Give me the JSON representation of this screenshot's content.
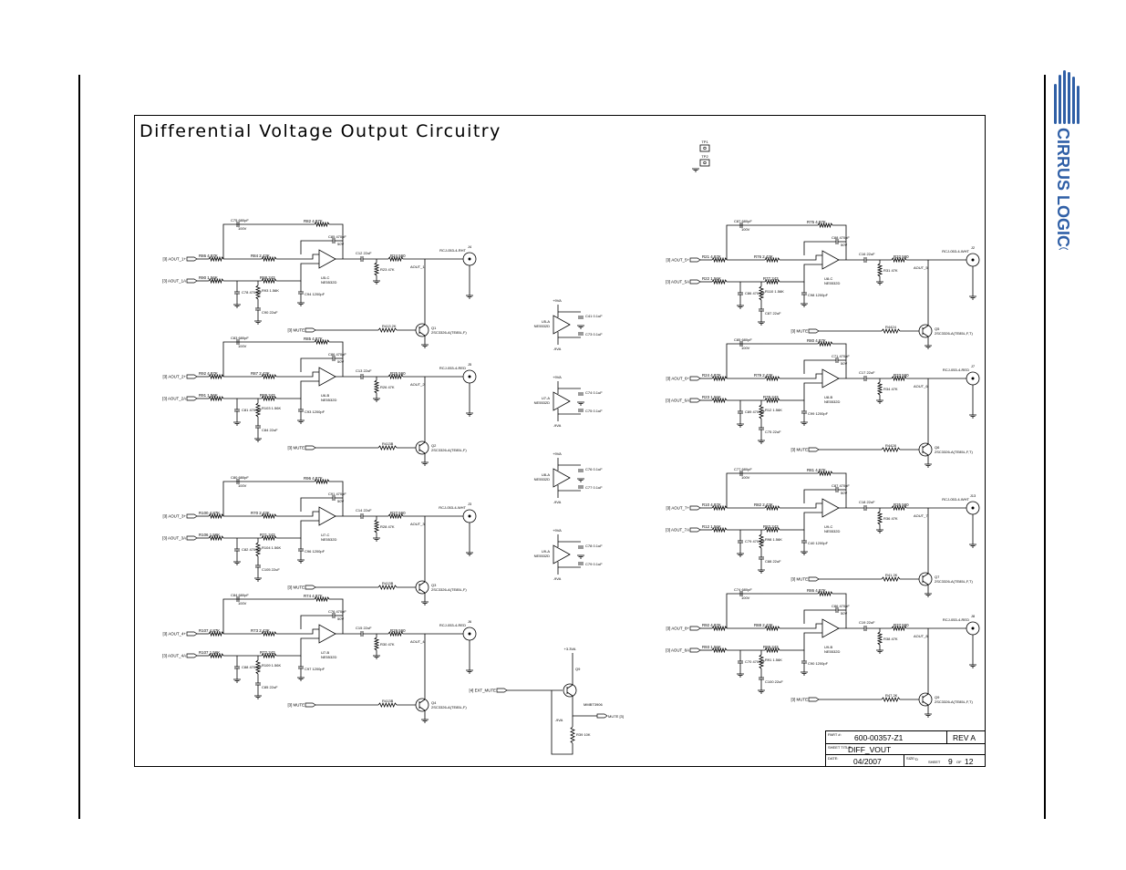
{
  "title": "Differential Voltage Output Circuitry",
  "brand": {
    "name": "CIRRUS LOGIC",
    "mark": "®",
    "color": "#2f5fa6"
  },
  "test_points": [
    "TP1",
    "TP2"
  ],
  "channels": [
    {
      "in_pos": "[3] AOUT_1+",
      "in_neg": "[3] AOUT_1A",
      "feedback_cap": "C75 680pF",
      "feedback_cap_v": "100V",
      "feedback_res": "R82 4.87K",
      "r_in_pos": "R86 4.87K",
      "r_in_neg": "R90 1.56K",
      "r_mid_pos": "R84 2.43K",
      "r_mid_neg": "R88 243",
      "c_filter_pos": "C85 470pF",
      "c_filter_pos_v": "50V",
      "c_shunt": "C78 4700pF",
      "r_shunt": "R93 1.56K",
      "c_elec": "C90 22uF",
      "c_out_filter": "C94 1200pF",
      "opamp": "U5-C",
      "opamp_part": "NE5532D",
      "c_couple": "C12 22uF",
      "r_series": "R24 560",
      "r_load": "R23 47K",
      "jack": "J4",
      "jack_part": "RCJ-053-4-RHT",
      "out_label": "AOUT_1",
      "mute": "[3] MUTE",
      "r_mute": "R413 2K",
      "transistor": "Q1",
      "transistor_part": "2SC3326-A(TE85L,F)"
    },
    {
      "in_pos": "[3] AOUT_2+",
      "in_neg": "[3] AOUT_2A",
      "feedback_cap": "C83 680pF",
      "feedback_cap_v": "100V",
      "feedback_res": "R85 4.87K",
      "r_in_pos": "R92 4.87K",
      "r_in_neg": "R91 1.56K",
      "r_mid_pos": "R87 2.43K",
      "r_mid_neg": "R89 243",
      "c_filter_pos": "C86 470pF",
      "c_filter_pos_v": "50V",
      "c_shunt": "C81 4700pF",
      "r_shunt": "R103 1.56K",
      "c_elec": "C84 22uF",
      "c_out_filter": "C93 1200pF",
      "opamp": "U6-B",
      "opamp_part": "NE5532D",
      "c_couple": "C13 22uF",
      "r_series": "R25 560",
      "r_load": "R26 47K",
      "jack": "J5",
      "jack_part": "RCJ-053-4-RED",
      "out_label": "AOUT_2",
      "mute": "[3] MUTE",
      "r_mute": "R413B",
      "transistor": "Q2",
      "transistor_part": "2SC3326-A(TE85L,F)"
    },
    {
      "in_pos": "[3] AOUT_3+",
      "in_neg": "[3] AOUT_3A",
      "feedback_cap": "C80 680pF",
      "feedback_cap_v": "100V",
      "feedback_res": "R96 4.87K",
      "r_in_pos": "R100 4.87K",
      "r_in_neg": "R106 1.56K",
      "r_mid_pos": "R70 2.43K",
      "r_mid_neg": "R71 243",
      "c_filter_pos": "C91 470pF",
      "c_filter_pos_v": "50V",
      "c_shunt": "C82 4700pF",
      "r_shunt": "R104 1.56K",
      "c_elec": "C105 22uF",
      "c_out_filter": "C96 1200pF",
      "opamp": "U7-C",
      "opamp_part": "NE5532D",
      "c_couple": "C14 22uF",
      "r_series": "R27 560",
      "r_load": "R28 47K",
      "jack": "J3",
      "jack_part": "RCJ-053-4-WHT",
      "out_label": "AOUT_3",
      "mute": "[3] MUTE",
      "r_mute": "R413B",
      "transistor": "Q3",
      "transistor_part": "2SC3326-A(TE85L,F)"
    },
    {
      "in_pos": "[3] AOUT_4+",
      "in_neg": "[3] AOUT_4A",
      "feedback_cap": "C84 680pF",
      "feedback_cap_v": "100V",
      "feedback_res": "R74 4.87K",
      "r_in_pos": "R107 4.87K",
      "r_in_neg": "R107 1.56K",
      "r_mid_pos": "R73 2.43K",
      "r_mid_neg": "R72 243",
      "c_filter_pos": "C76 470pF",
      "c_filter_pos_v": "50V",
      "c_shunt": "C88 4700pF",
      "r_shunt": "R109 1.56K",
      "c_elec": "C85 22uF",
      "c_out_filter": "C97 1200pF",
      "opamp": "U7-B",
      "opamp_part": "NE5532D",
      "c_couple": "C15 22uF",
      "r_series": "R29 560",
      "r_load": "R30 47K",
      "jack": "J6",
      "jack_part": "RCJ-053-4-RED",
      "out_label": "AOUT_4",
      "mute": "[3] MUTE",
      "r_mute": "R413B",
      "transistor": "Q4",
      "transistor_part": "2SC3326-A(TE85L,F)"
    },
    {
      "in_pos": "[3] AOUT_5+",
      "in_neg": "[3] AOUT_5A",
      "feedback_cap": "C87 680pF",
      "feedback_cap_v": "100V",
      "feedback_res": "R75 4.87K",
      "r_in_pos": "R21 4.87K",
      "r_in_neg": "R22 1.56K",
      "r_mid_pos": "R76 2.43K",
      "r_mid_neg": "R77 243",
      "c_filter_pos": "C88 470pF",
      "c_filter_pos_v": "50V",
      "c_shunt": "C86 4700pF",
      "r_shunt": "R110 1.56K",
      "c_elec": "C87 22uF",
      "c_out_filter": "C98 1200pF",
      "opamp": "U8-C",
      "opamp_part": "NE5532D",
      "c_couple": "C16 22uF",
      "r_series": "R32 560",
      "r_load": "R31 47K",
      "jack": "J2",
      "jack_part": "RCJ-053-4-WHT",
      "out_label": "AOUT_5",
      "mute": "[3] MUTE",
      "r_mute": "R4424",
      "transistor": "Q5",
      "transistor_part": "2SC3326-A(TE85L,F,T)"
    },
    {
      "in_pos": "[3] AOUT_6+",
      "in_neg": "[3] AOUT_6A",
      "feedback_cap": "C85 680pF",
      "feedback_cap_v": "100V",
      "feedback_res": "R80 4.87K",
      "r_in_pos": "R24 4.87K",
      "r_in_neg": "R23 1.56K",
      "r_mid_pos": "R79 2.43K",
      "r_mid_neg": "R78 243",
      "c_filter_pos": "C71 470pF",
      "c_filter_pos_v": "50V",
      "c_shunt": "C89 4700pF",
      "r_shunt": "R12 1.56K",
      "c_elec": "C75 22uF",
      "c_out_filter": "C99 1200pF",
      "opamp": "U8-B",
      "opamp_part": "NE5532D",
      "c_couple": "C17 22uF",
      "r_series": "R33 560",
      "r_load": "R34 47K",
      "jack": "J7",
      "jack_part": "RCJ-053-4-RED",
      "out_label": "AOUT_6",
      "mute": "[3] MUTE",
      "r_mute": "R4428",
      "transistor": "Q6",
      "transistor_part": "2SC3326-A(TE85L,F,T)"
    },
    {
      "in_pos": "[3] AOUT_7+",
      "in_neg": "[3] AOUT_7A",
      "feedback_cap": "C77 680pF",
      "feedback_cap_v": "100V",
      "feedback_res": "R81 4.87K",
      "r_in_pos": "R10 4.87K",
      "r_in_neg": "R12 1.56K",
      "r_mid_pos": "R82 2.43K",
      "r_mid_neg": "R83 243",
      "c_filter_pos": "C87 470pF",
      "c_filter_pos_v": "50V",
      "c_shunt": "C79 4700pF",
      "r_shunt": "R98 1.56K",
      "c_elec": "C88 22uF",
      "c_out_filter": "C40 1200pF",
      "opamp": "U9-C",
      "opamp_part": "NE5532D",
      "c_couple": "C18 22uF",
      "r_series": "R35 560",
      "r_load": "R36 47K",
      "jack": "J13",
      "jack_part": "RCJ-053-4-WHT",
      "out_label": "AOUT_7",
      "mute": "[3] MUTE",
      "r_mute": "R41 2K",
      "transistor": "Q7",
      "transistor_part": "2SC3326-A(TE85L,F,T)"
    },
    {
      "in_pos": "[3] AOUT_8+",
      "in_neg": "[3] AOUT_8A",
      "feedback_cap": "C74 680pF",
      "feedback_cap_v": "100V",
      "feedback_res": "R86 4.87K",
      "r_in_pos": "R92 4.87K",
      "r_in_neg": "R93 1.56K",
      "r_mid_pos": "R88 2.43K",
      "r_mid_neg": "R89 243",
      "c_filter_pos": "C86 470pF",
      "c_filter_pos_v": "50V",
      "c_shunt": "C70 4700pF",
      "r_shunt": "R91 1.56K",
      "c_elec": "C100 22uF",
      "c_out_filter": "C90 1200pF",
      "opamp": "U9-B",
      "opamp_part": "NE5532D",
      "c_couple": "C19 22uF",
      "r_series": "R37 560",
      "r_load": "R38 47K",
      "jack": "J8",
      "jack_part": "RCJ-053-4-RED",
      "out_label": "AOUT_8",
      "mute": "[3] MUTE",
      "r_mute": "R47 2K",
      "transistor": "Q9",
      "transistor_part": "2SC3326-A(TE85L,F,T)"
    }
  ],
  "power_units": [
    {
      "supply_pos": "+9VA",
      "supply_neg": "-9VA",
      "opamp": "U5-A",
      "part": "NE5532D",
      "c1": "C41 0.1uF",
      "c2": "C73 0.1uF"
    },
    {
      "supply_pos": "+9VA",
      "supply_neg": "-9VA",
      "opamp": "U7-A",
      "part": "NE5532D",
      "c1": "C74 0.1uF",
      "c2": "C75 0.1uF"
    },
    {
      "supply_pos": "+9VA",
      "supply_neg": "-9VA",
      "opamp": "U8-A",
      "part": "NE5532D",
      "c1": "C76 0.1uF",
      "c2": "C77 0.1uF"
    },
    {
      "supply_pos": "+9VA",
      "supply_neg": "-9VA",
      "opamp": "U9-A",
      "part": "NE5532D",
      "c1": "C78 0.1uF",
      "c2": "C79 0.1uF"
    }
  ],
  "mute_driver": {
    "input": "[4] EXT_MUTE",
    "supply": "+3.3VA",
    "transistor": "Q9",
    "part": "MMBT3906",
    "output": "MUTE [3]",
    "supply_neg": "-9VA",
    "resistor": "R39 10K"
  },
  "title_block": {
    "part_key": "PART #:",
    "part_no": "600-00357-Z1",
    "rev": "REV A",
    "sheet_title_key": "SHEET TITLE:",
    "sheet_title": "DIFF_VOUT",
    "date_key": "DATE:",
    "date": "04/2007",
    "size_key": "SIZE:",
    "size": "D",
    "sheet_key": "SHEET",
    "sheet_no": "9",
    "of_key": "OF",
    "sheet_total": "12"
  }
}
